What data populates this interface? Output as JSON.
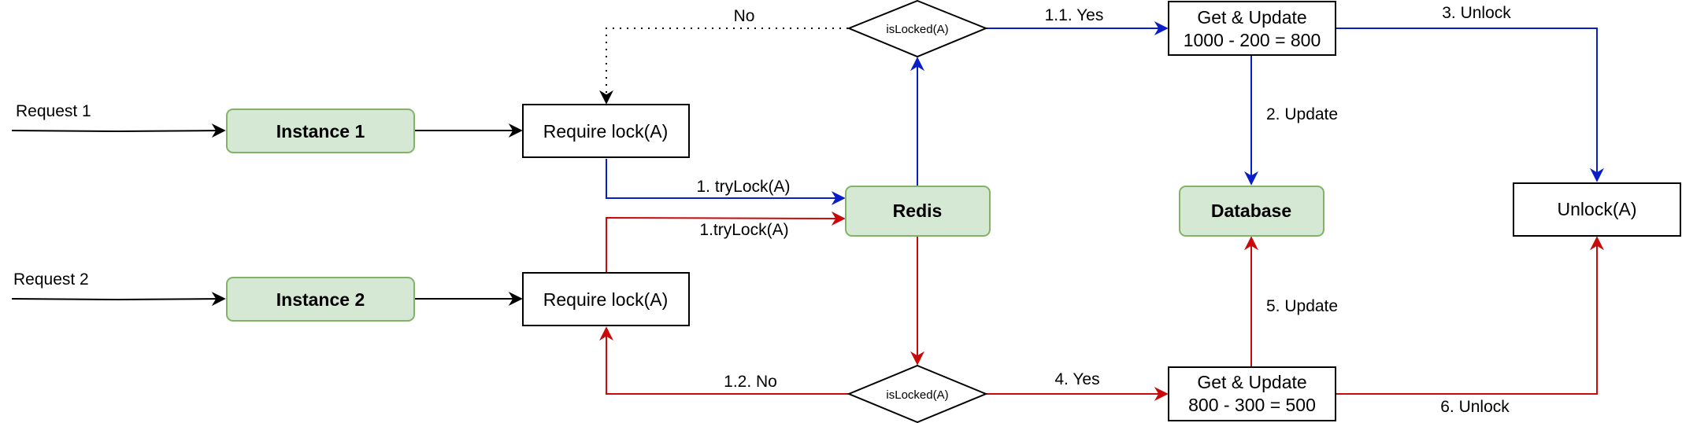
{
  "colors": {
    "blue": "#0a1ec8",
    "red": "#c80a0a",
    "black": "#000000",
    "green_fill": "#d5e8d4",
    "green_stroke": "#82b366"
  },
  "inputs": {
    "request1": "Request 1",
    "request2": "Request 2"
  },
  "nodes": {
    "instance1": "Instance 1",
    "instance2": "Instance 2",
    "require_lock_1": "Require lock(A)",
    "require_lock_2": "Require lock(A)",
    "redis": "Redis",
    "database": "Database",
    "unlock": "Unlock(A)",
    "islocked_top": "isLocked(A)",
    "islocked_bottom": "isLocked(A)",
    "get_update_top_line1": "Get & Update",
    "get_update_top_line2": "1000 - 200 = 800",
    "get_update_bottom_line1": "Get & Update",
    "get_update_bottom_line2": "800 - 300 = 500"
  },
  "edges": {
    "no": "No",
    "trylock_1": "1. tryLock(A)",
    "trylock_2": "1.tryLock(A)",
    "yes_1_1": "1.1. Yes",
    "update_2": "2. Update",
    "unlock_3": "3. Unlock",
    "no_1_2": "1.2. No",
    "yes_4": "4. Yes",
    "update_5": "5. Update",
    "unlock_6": "6. Unlock"
  }
}
